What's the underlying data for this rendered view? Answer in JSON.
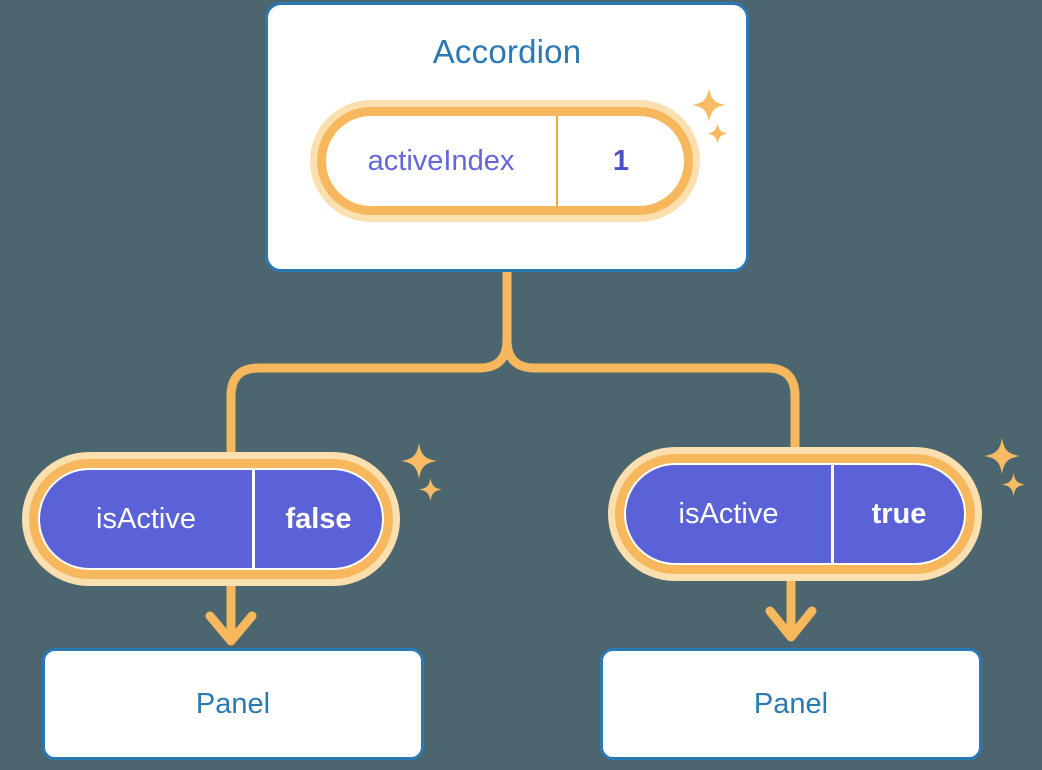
{
  "theme": {
    "background": "#4c6670",
    "card_border": "#2b79b4",
    "card_fill": "#ffffff",
    "title_text": "#2b79b4",
    "accent_orange": "#f7b85d",
    "accent_orange_pale": "#fbdfaf",
    "pill_indigo": "#5b61d6",
    "pill_text_indigo": "#6366dd",
    "pill_text_white": "#ffffff"
  },
  "diagram": {
    "root": {
      "title": "Accordion",
      "state": {
        "key": "activeIndex",
        "value": "1"
      }
    },
    "children": [
      {
        "prop": {
          "key": "isActive",
          "value": "false"
        },
        "panel_label": "Panel"
      },
      {
        "prop": {
          "key": "isActive",
          "value": "true"
        },
        "panel_label": "Panel"
      }
    ]
  },
  "decorations": {
    "sparkle_icon": "four-point-star",
    "sparkle_count": 6
  }
}
